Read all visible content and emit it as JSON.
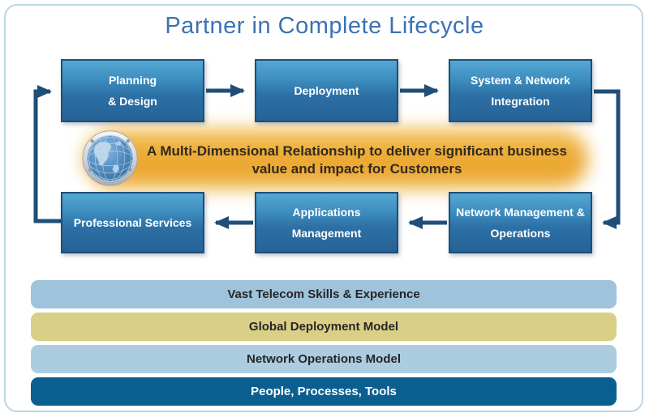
{
  "title": "Partner in Complete Lifecycle",
  "lifecycle_boxes": {
    "planning": "Planning\n& Design",
    "deployment": "Deployment",
    "system_network_integration": "System & Network\nIntegration",
    "professional_services": "Professional Services",
    "applications_management": "Applications\nManagement",
    "network_management_operations": "Network Management &\nOperations"
  },
  "banner": {
    "icon": "globe-icon",
    "text": "A Multi-Dimensional Relationship to deliver significant business\nvalue and impact for Customers"
  },
  "foundation_bars": [
    {
      "label": "Vast Telecom Skills & Experience",
      "color": "#9EC3DB"
    },
    {
      "label": "Global Deployment Model",
      "color": "#D9CF87"
    },
    {
      "label": "Network Operations Model",
      "color": "#ACCCE0"
    },
    {
      "label": "People, Processes, Tools",
      "color": "#0B5F90"
    }
  ],
  "colors": {
    "title_text": "#3B72B4",
    "box_fill_top": "#55A7D3",
    "box_fill_bottom": "#266296",
    "box_border": "#1E4E79",
    "arrow": "#1F4E79",
    "banner_glow": "#EBA52F",
    "banner_text": "#33291C",
    "frame_border": "#BCD6E8",
    "dark_bar_text": "#FFFFFF"
  }
}
